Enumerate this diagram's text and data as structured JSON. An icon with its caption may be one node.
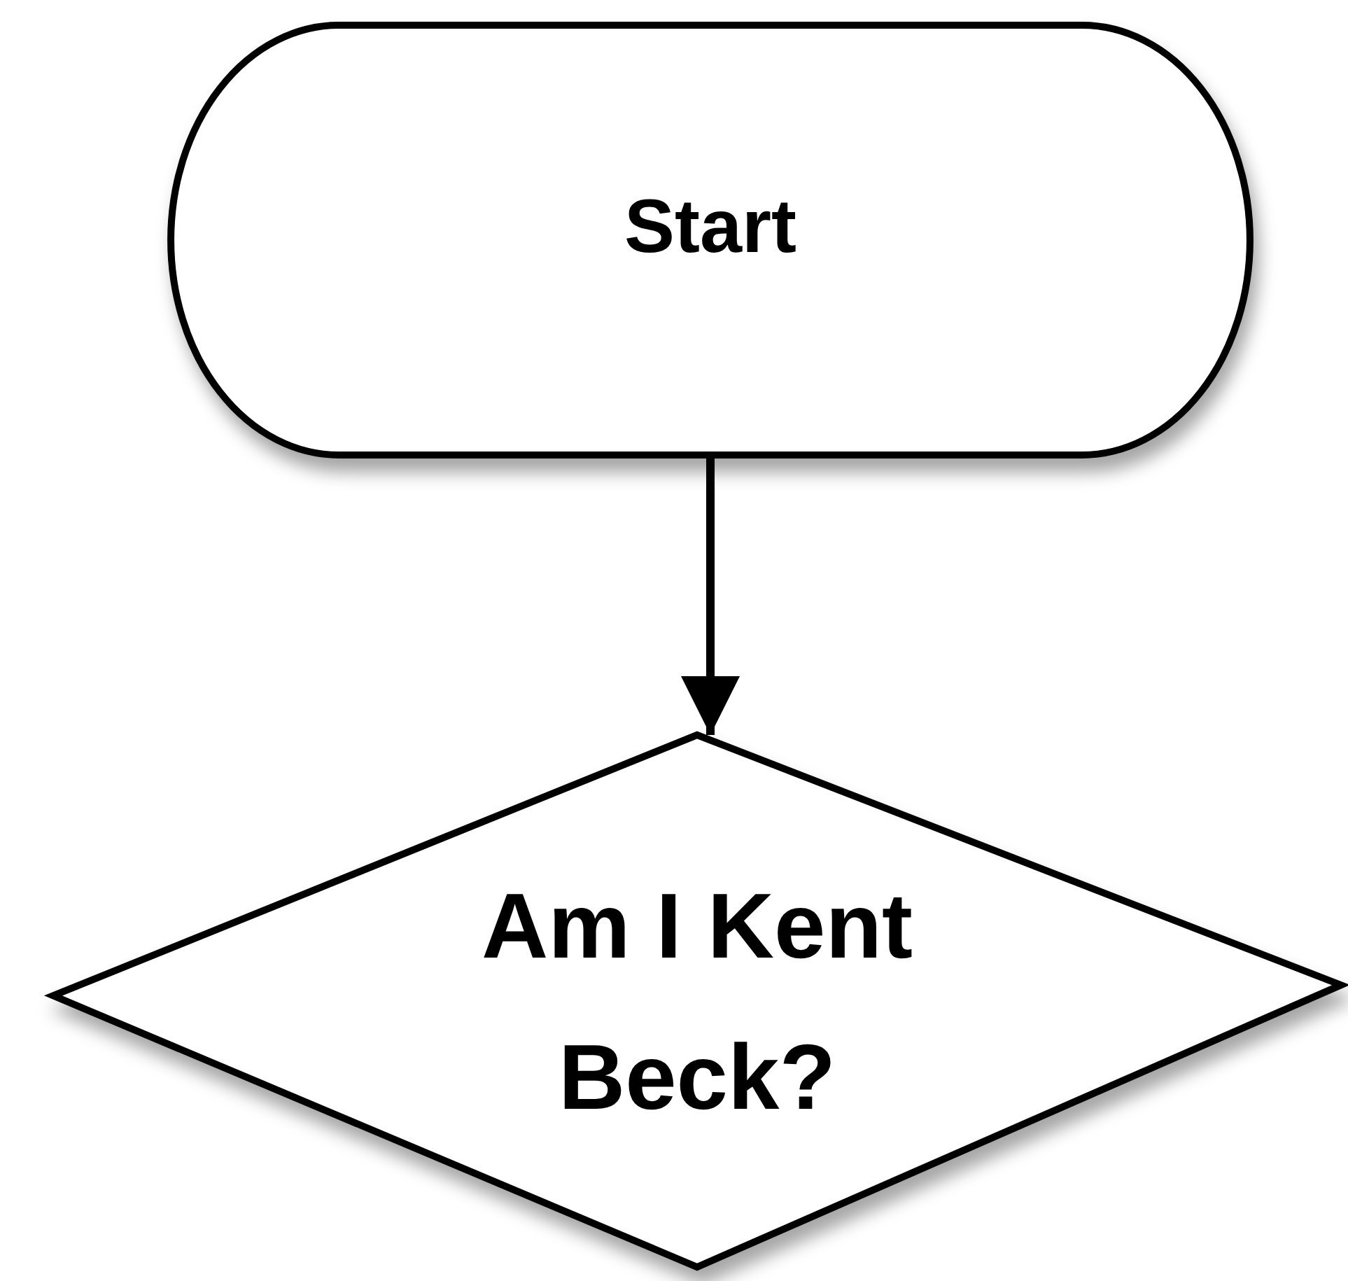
{
  "diagram": {
    "nodes": [
      {
        "text": [
          "Start"
        ]
      },
      {
        "text": [
          "Am I Kent Beck?"
        ]
      }
    ],
    "edges": [
      {
        "from": 0,
        "to": 1,
        "arrow": "to"
      }
    ]
  }
}
